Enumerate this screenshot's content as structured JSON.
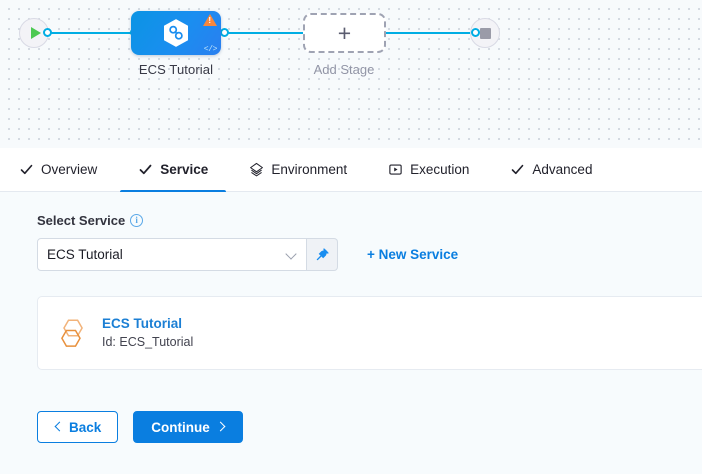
{
  "pipeline": {
    "start_node": {
      "name": "start-node",
      "icon": "play-icon"
    },
    "end_node": {
      "name": "end-node",
      "icon": "stop-icon"
    },
    "stage": {
      "label": "ECS Tutorial",
      "icon": "harness-hexagon-icon",
      "status_icon": "warning-triangle-icon",
      "code_icon": "code-brackets-icon",
      "code_glyph": "</>"
    },
    "add_stage": {
      "label": "Add Stage",
      "plus": "+"
    }
  },
  "tabs": [
    {
      "label": "Overview",
      "icon": "check-icon",
      "active": false
    },
    {
      "label": "Service",
      "icon": "check-icon",
      "active": true
    },
    {
      "label": "Environment",
      "icon": "layers-icon",
      "active": false
    },
    {
      "label": "Execution",
      "icon": "play-box-icon",
      "active": false
    },
    {
      "label": "Advanced",
      "icon": "check-icon",
      "active": false
    }
  ],
  "service_section": {
    "field_label": "Select Service",
    "info_glyph": "i",
    "select_value": "ECS Tutorial",
    "pin_icon": "pushpin-icon",
    "new_service_label": "+ New Service"
  },
  "service_card": {
    "icon": "service-hexagon-icon",
    "title": "ECS Tutorial",
    "subtitle": "Id: ECS_Tutorial"
  },
  "footer": {
    "back_label": "Back",
    "continue_label": "Continue"
  },
  "colors": {
    "accent_blue": "#0a7ee0",
    "wire_blue": "#00ade4",
    "warning_orange": "#f8873c",
    "play_green": "#4dc952",
    "hex_orange": "#e8903c",
    "canvas_bg": "#f7fafc",
    "content_bg": "#f7fbfd"
  }
}
